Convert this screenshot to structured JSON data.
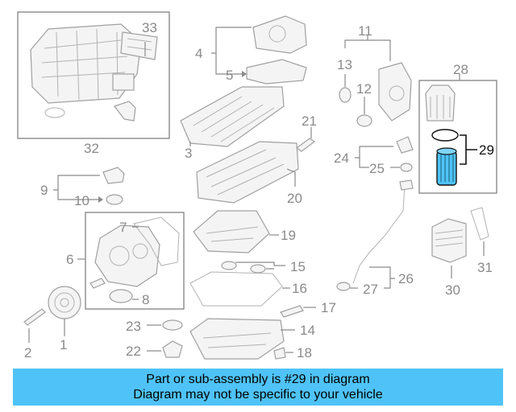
{
  "callouts": {
    "n1": "1",
    "n2": "2",
    "n3": "3",
    "n4": "4",
    "n5": "5",
    "n6": "6",
    "n7": "7",
    "n8": "8",
    "n9": "9",
    "n10": "10",
    "n11": "11",
    "n12": "12",
    "n13": "13",
    "n14": "14",
    "n15": "15",
    "n16": "16",
    "n17": "17",
    "n18": "18",
    "n19": "19",
    "n20": "20",
    "n21": "21",
    "n22": "22",
    "n23": "23",
    "n24": "24",
    "n25": "25",
    "n26": "26",
    "n27": "27",
    "n28": "28",
    "n29": "29",
    "n30": "30",
    "n31": "31",
    "n32": "32",
    "n33": "33"
  },
  "highlight": {
    "part": "29",
    "color": "#4fc3f7"
  },
  "banner": {
    "line1": "Part or sub-assembly is #29 in diagram",
    "line2": "Diagram may not be specific to your vehicle",
    "color": "#4fc3f7"
  }
}
